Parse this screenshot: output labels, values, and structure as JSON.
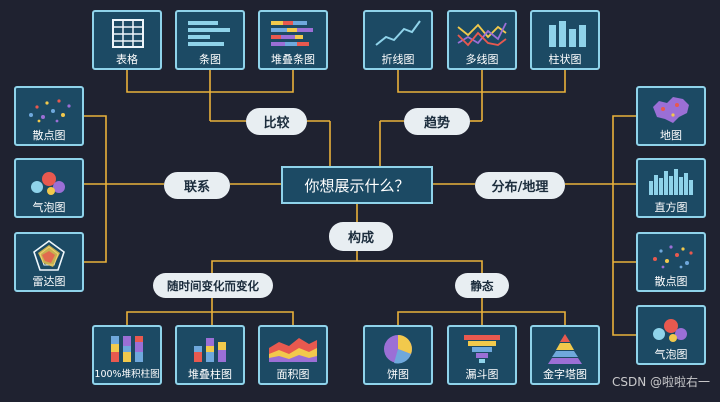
{
  "colors": {
    "background": "#1f2230",
    "card_fill": "#1c4a64",
    "card_border": "#8fd3ea",
    "connector": "#e9b13a",
    "pill_fill": "#e8eef2"
  },
  "center_question": "你想展示什么？",
  "categories": {
    "compare": "比较",
    "trend": "趋势",
    "relation": "联系",
    "distribution": "分布/地理",
    "composition": "构成",
    "over_time": "随时间变化而变化",
    "static": "静态"
  },
  "cards": {
    "table": {
      "label": "表格",
      "icon": "table-icon"
    },
    "bar": {
      "label": "条图",
      "icon": "bar-chart-icon"
    },
    "stacked_bar": {
      "label": "堆叠条图",
      "icon": "stacked-bar-icon"
    },
    "line": {
      "label": "折线图",
      "icon": "line-chart-icon"
    },
    "multi_line": {
      "label": "多线图",
      "icon": "multi-line-icon"
    },
    "column": {
      "label": "柱状图",
      "icon": "column-chart-icon"
    },
    "scatter_left": {
      "label": "散点图",
      "icon": "scatter-icon"
    },
    "bubble_left": {
      "label": "气泡图",
      "icon": "bubble-icon"
    },
    "radar": {
      "label": "雷达图",
      "icon": "radar-icon"
    },
    "map": {
      "label": "地图",
      "icon": "map-icon"
    },
    "histogram": {
      "label": "直方图",
      "icon": "histogram-icon"
    },
    "scatter_right": {
      "label": "散点图",
      "icon": "scatter-icon"
    },
    "bubble_right": {
      "label": "气泡图",
      "icon": "bubble-icon"
    },
    "stacked_100": {
      "label": "100%堆积柱图",
      "icon": "stacked-100-column-icon"
    },
    "stacked_column": {
      "label": "堆叠柱图",
      "icon": "stacked-column-icon"
    },
    "area": {
      "label": "面积图",
      "icon": "area-chart-icon"
    },
    "pie": {
      "label": "饼图",
      "icon": "pie-chart-icon"
    },
    "funnel": {
      "label": "漏斗图",
      "icon": "funnel-icon"
    },
    "pyramid": {
      "label": "金字塔图",
      "icon": "pyramid-icon"
    }
  },
  "watermark": "CSDN @啦啦右一"
}
